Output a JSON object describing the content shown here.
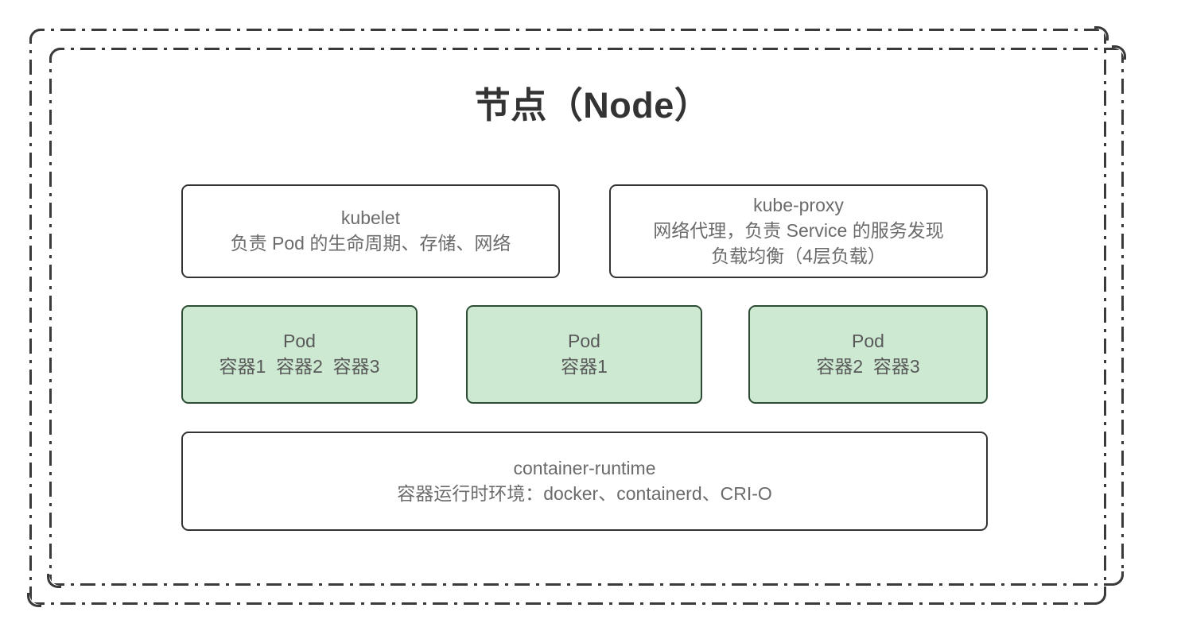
{
  "diagram": {
    "title": "节点（Node）",
    "outer_frame_label": "node-boundary",
    "colors": {
      "frame": "#3a3a3a",
      "box_border": "#333333",
      "box_text": "#6b6b6b",
      "pod_fill": "#cde9d2",
      "pod_border": "#2e4d35",
      "title_text": "#333333",
      "background": "#ffffff"
    },
    "components": {
      "kubelet": {
        "name": "kubelet",
        "description": "负责 Pod 的生命周期、存储、网络"
      },
      "kube_proxy": {
        "name": "kube-proxy",
        "description_line1": "网络代理，负责 Service 的服务发现",
        "description_line2": "负载均衡（4层负载）"
      },
      "pods": [
        {
          "name": "Pod",
          "containers": "容器1  容器2  容器3"
        },
        {
          "name": "Pod",
          "containers": "容器1"
        },
        {
          "name": "Pod",
          "containers": "容器2  容器3"
        }
      ],
      "container_runtime": {
        "name": "container-runtime",
        "description": "容器运行时环境：docker、containerd、CRI-O"
      }
    }
  }
}
